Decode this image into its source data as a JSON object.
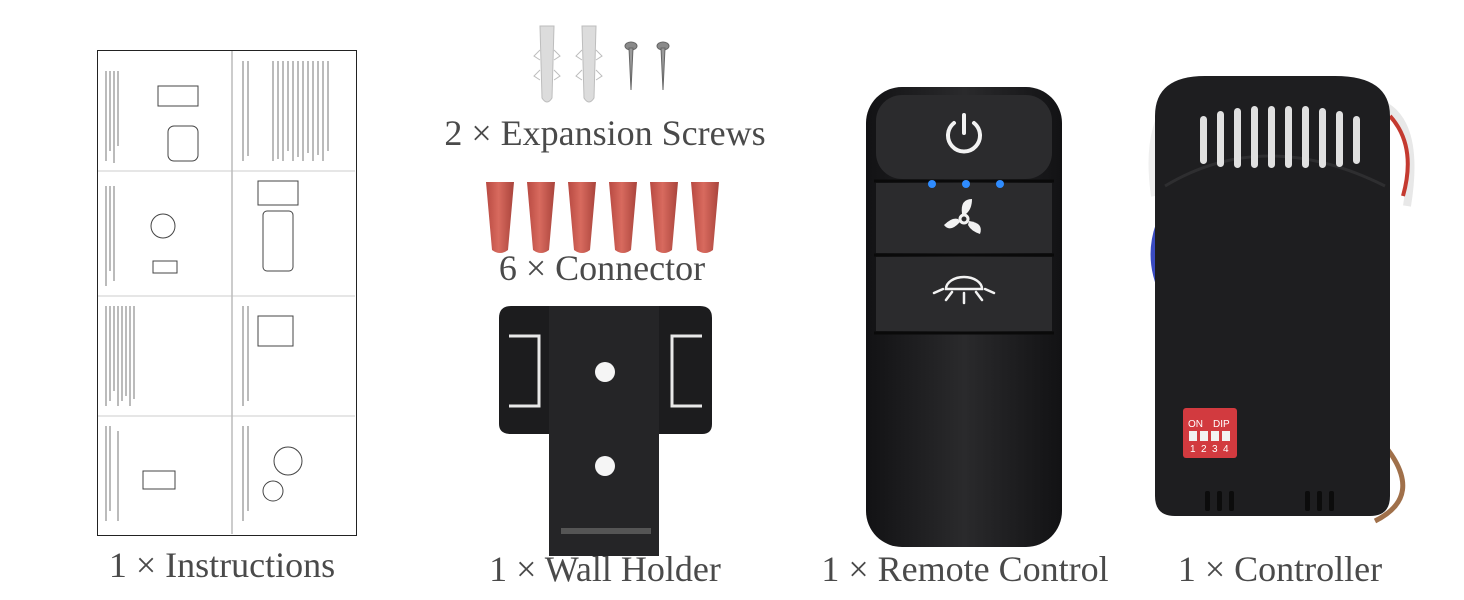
{
  "captions": {
    "instructions": "1 × Instructions",
    "expansion_screws": "2 × Expansion Screws",
    "connector": "6 × Connector",
    "wall_holder": "1 × Wall Holder",
    "remote_control": "1 × Remote Control",
    "controller": "1 × Controller"
  },
  "controller_switch": {
    "on_label": "ON",
    "dip_label": "DIP",
    "numbers": [
      "1",
      "2",
      "3",
      "4"
    ]
  },
  "colors": {
    "caption_text": "#4a4a4a",
    "device_black": "#1c1c1e",
    "connector_red": "#c9584e",
    "anchor_gray": "#d8d8d8",
    "led_blue": "#2f8cff",
    "dip_red": "#d23a3f"
  },
  "icons": {
    "remote_top": "power-icon",
    "remote_middle": "fan-icon",
    "remote_bottom": "light-icon"
  }
}
